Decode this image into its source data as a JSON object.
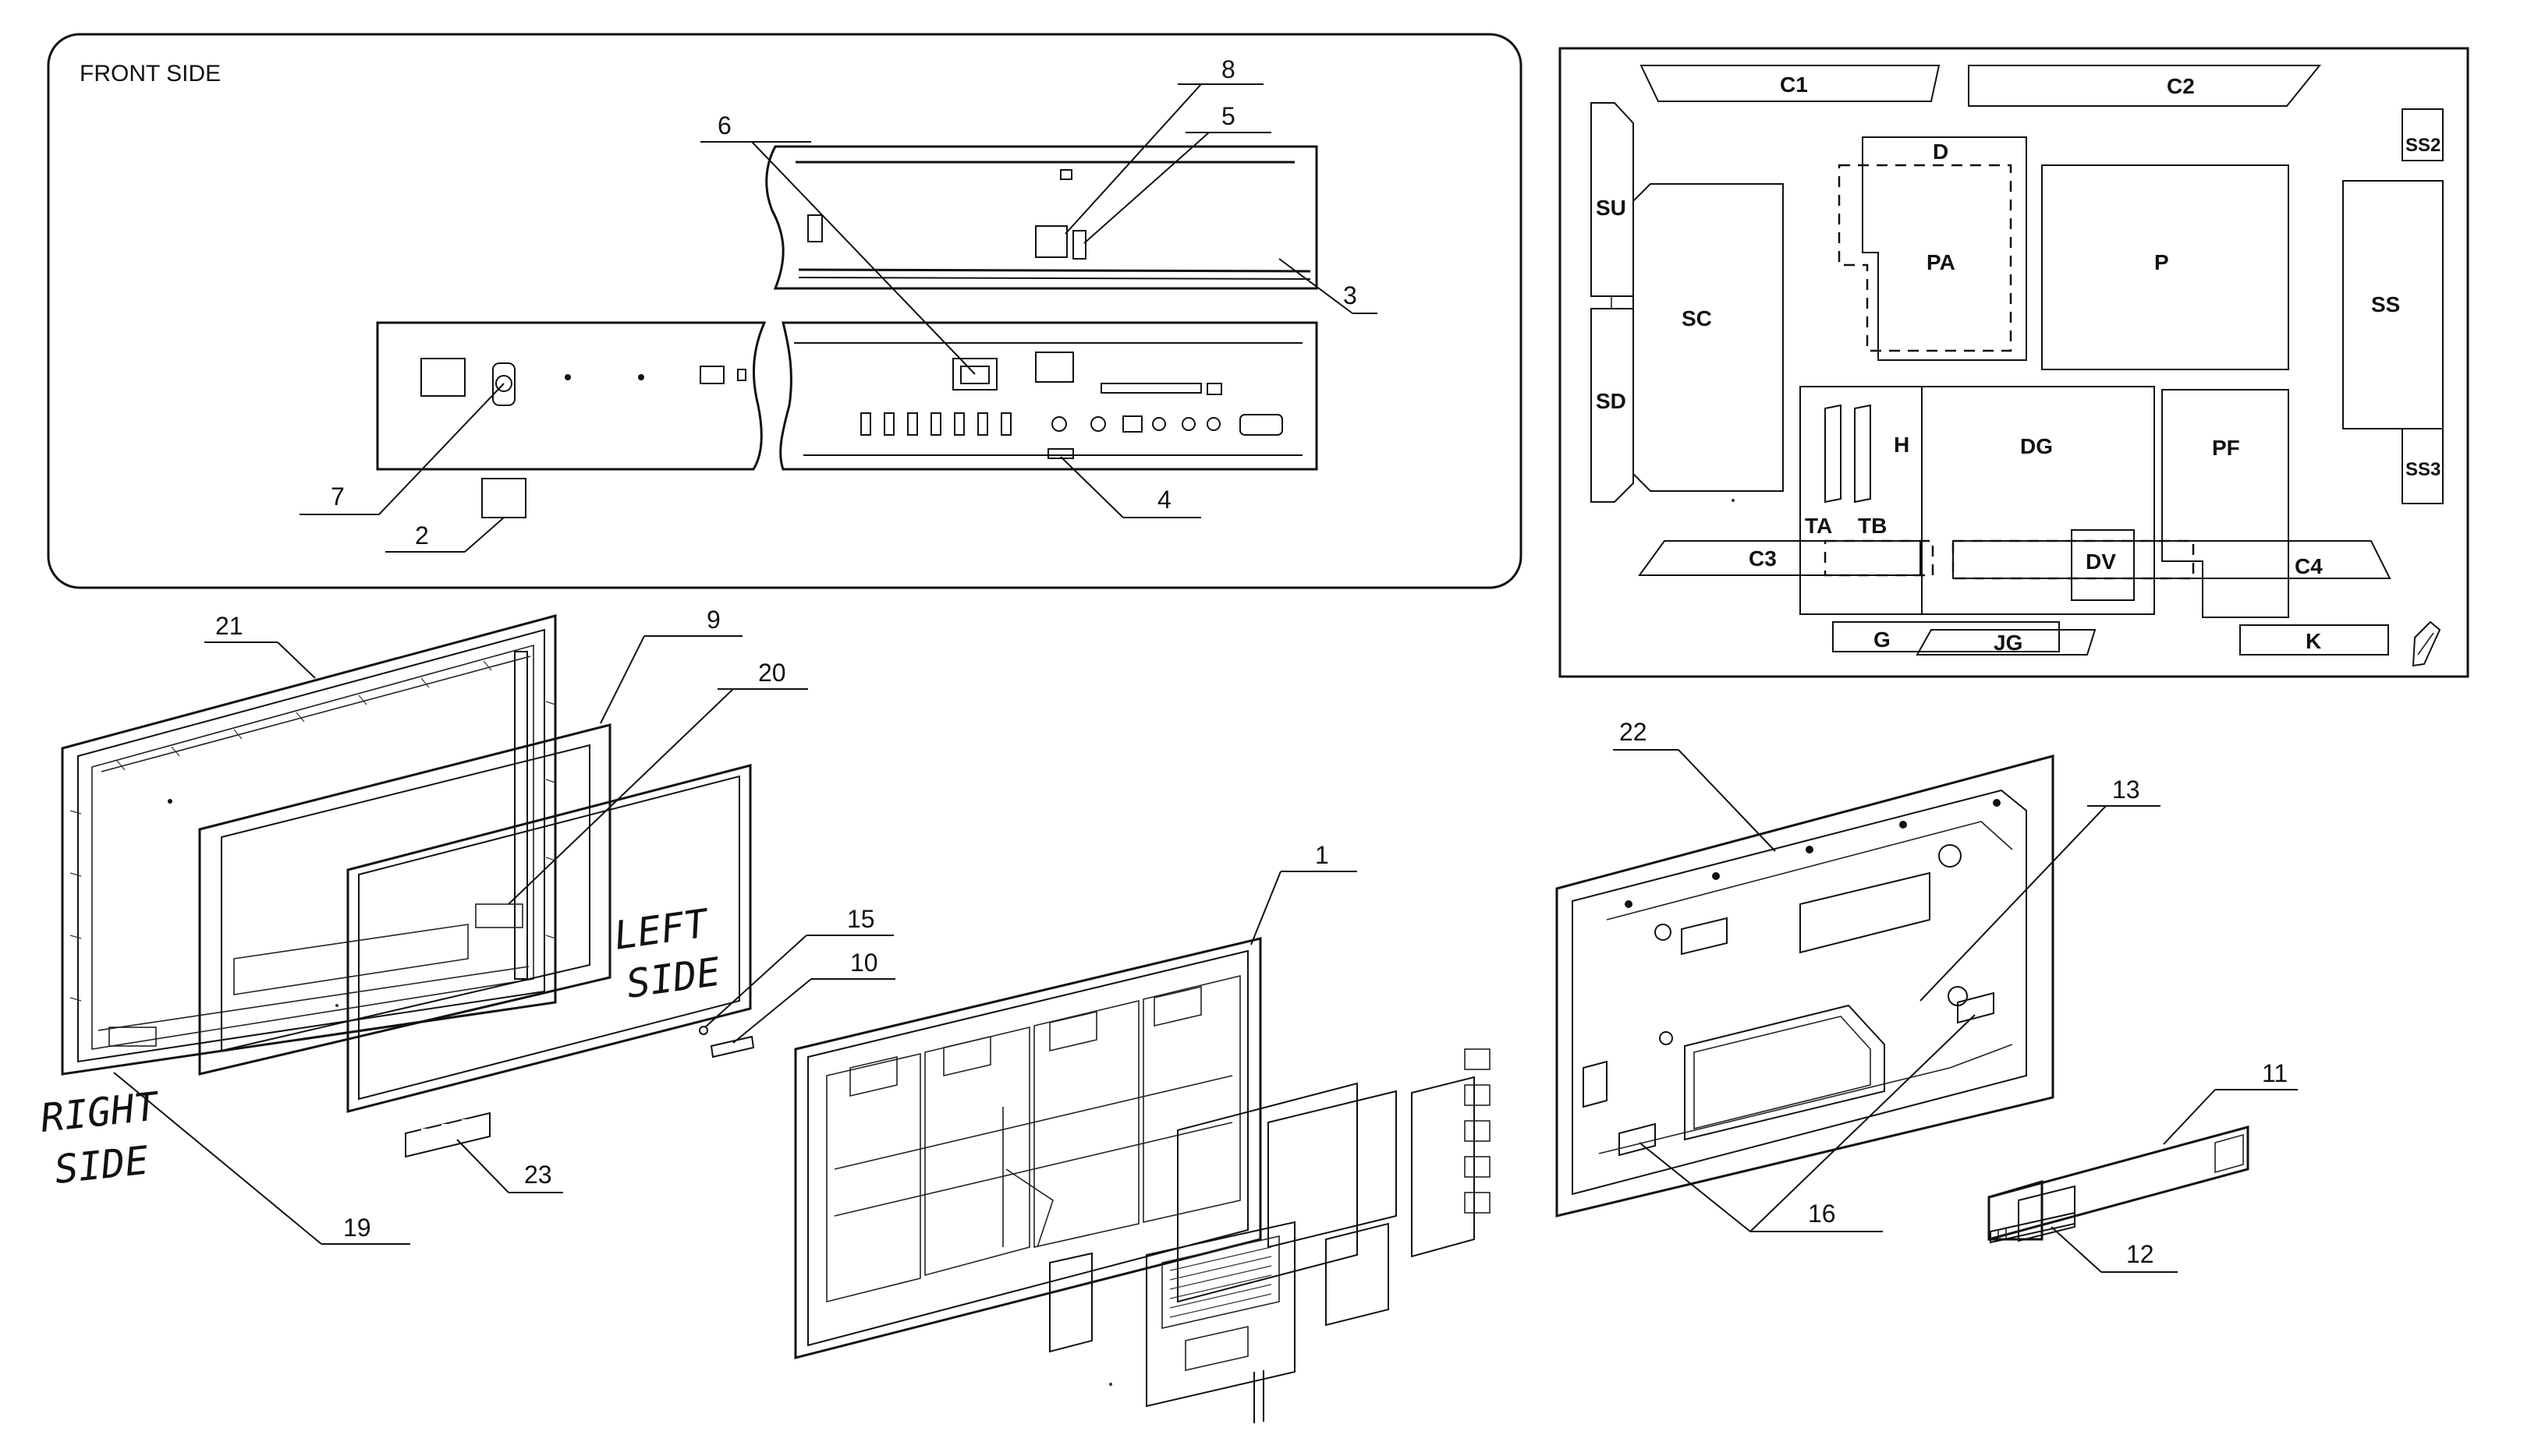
{
  "front_side": {
    "title": "FRONT SIDE"
  },
  "callouts": {
    "c1": "1",
    "c2": "2",
    "c3": "3",
    "c4": "4",
    "c5": "5",
    "c6": "6",
    "c7": "7",
    "c8": "8",
    "c9": "9",
    "c10": "10",
    "c11": "11",
    "c12": "12",
    "c13": "13",
    "c15": "15",
    "c16": "16",
    "c19": "19",
    "c20": "20",
    "c21": "21",
    "c22": "22",
    "c23": "23"
  },
  "handwritten": {
    "left_side_1": "LEFT",
    "left_side_2": "SIDE",
    "right_side_1": "RIGHT",
    "right_side_2": "SIDE"
  },
  "boards": {
    "C1": "C1",
    "C2": "C2",
    "SS2": "SS2",
    "SU": "SU",
    "D": "D",
    "PA": "PA",
    "P": "P",
    "SC": "SC",
    "SS": "SS",
    "SD": "SD",
    "H": "H",
    "DG": "DG",
    "PF": "PF",
    "SS3": "SS3",
    "TA": "TA",
    "TB": "TB",
    "C3": "C3",
    "DV": "DV",
    "C4": "C4",
    "G": "G",
    "JG": "JG",
    "K": "K"
  }
}
